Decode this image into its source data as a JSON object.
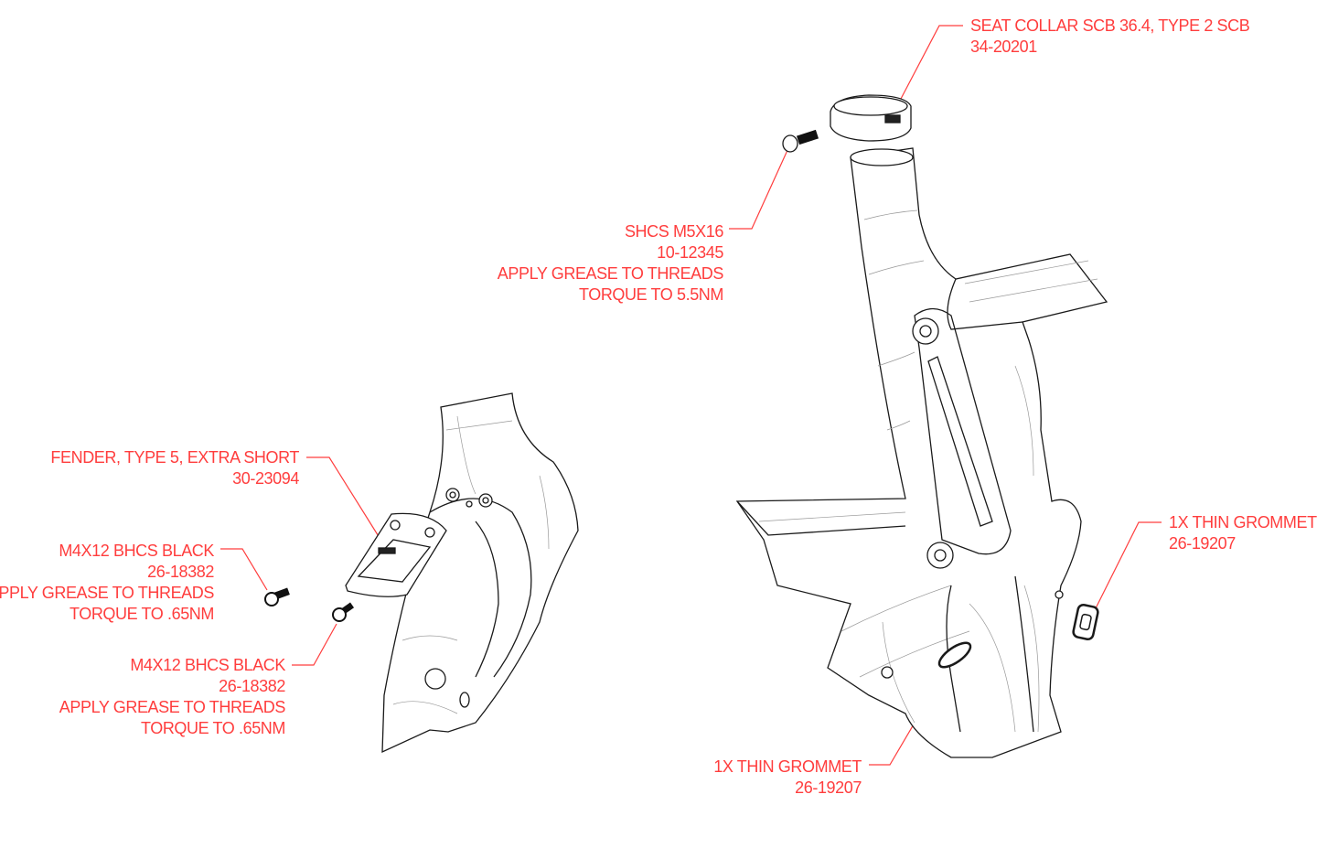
{
  "colors": {
    "callout": "#ff3d3d",
    "linework": "#1a1a1a"
  },
  "callouts": {
    "seat_collar": {
      "lines": [
        "SEAT COLLAR SCB 36.4, TYPE 2 SCB",
        "34-20201"
      ]
    },
    "shcs": {
      "lines": [
        "SHCS M5X16",
        "10-12345",
        "APPLY GREASE TO THREADS",
        "TORQUE TO 5.5NM"
      ]
    },
    "fender": {
      "lines": [
        "FENDER, TYPE 5, EXTRA SHORT",
        "30-23094"
      ]
    },
    "bhcs_upper": {
      "lines": [
        "M4X12 BHCS BLACK",
        "26-18382",
        "APPLY GREASE TO THREADS",
        "TORQUE TO .65NM"
      ]
    },
    "bhcs_lower": {
      "lines": [
        "M4X12 BHCS BLACK",
        "26-18382",
        "APPLY GREASE TO THREADS",
        "TORQUE TO .65NM"
      ]
    },
    "grommet_right": {
      "lines": [
        "1X THIN GROMMET",
        "26-19207"
      ]
    },
    "grommet_bottom": {
      "lines": [
        "1X THIN GROMMET",
        "26-19207"
      ]
    }
  }
}
